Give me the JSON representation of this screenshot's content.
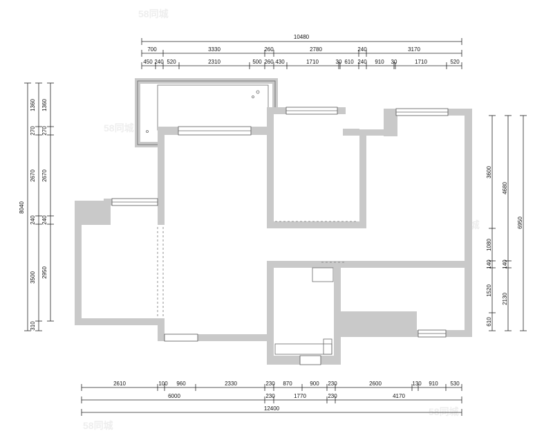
{
  "dimensions": {
    "top_total": "10480",
    "top_row2": [
      "700",
      "3330",
      "260",
      "2780",
      "240",
      "3170"
    ],
    "top_row3": [
      "450",
      "240",
      "520",
      "2310",
      "500",
      "260",
      "430",
      "1710",
      "30",
      "610",
      "240",
      "910",
      "30",
      "1710",
      "520"
    ],
    "bottom_row1": [
      "2610",
      "100",
      "960",
      "2330",
      "230",
      "870",
      "900",
      "230",
      "2600",
      "130",
      "910",
      "530"
    ],
    "bottom_row2": [
      "6000",
      "230",
      "1770",
      "230",
      "4170"
    ],
    "bottom_total": "12400",
    "left_total": "8040",
    "left_outer": [
      "1360",
      "270",
      "2670",
      "240",
      "3500",
      "310"
    ],
    "left_inner": [
      "1360",
      "270",
      "2670",
      "240",
      "2950"
    ],
    "right_total": "6950",
    "right_mid": [
      "4680",
      "140",
      "2130"
    ],
    "right_inner": [
      "3600",
      "1080",
      "140",
      "1520",
      "610"
    ]
  },
  "watermark": "58同城"
}
